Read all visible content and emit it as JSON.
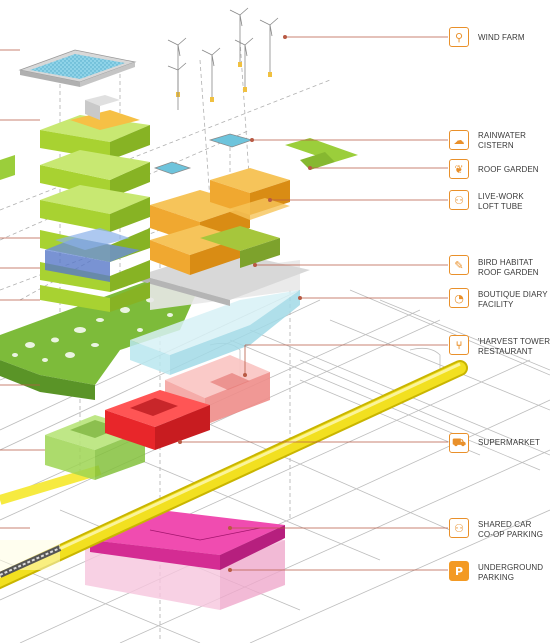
{
  "legend": [
    {
      "id": "wind-farm",
      "label": "WIND FARM",
      "icon": "wind-turbine-icon",
      "glyph": "⚲"
    },
    {
      "id": "rainwater-cistern",
      "label": "RAINWATER\nCISTERN",
      "icon": "water-tank-icon",
      "glyph": "☁"
    },
    {
      "id": "roof-garden",
      "label": "ROOF GARDEN",
      "icon": "garden-icon",
      "glyph": "❦"
    },
    {
      "id": "live-work",
      "label": "LIVE-WORK\nLOFT TUBE",
      "icon": "people-icon",
      "glyph": "⚇"
    },
    {
      "id": "bird-habitat",
      "label": "BIRD HABITAT\nROOF GARDEN",
      "icon": "bird-icon",
      "glyph": "✎"
    },
    {
      "id": "boutique-diary",
      "label": "BOUTIQUE DIARY\nFACILITY",
      "icon": "cheese-icon",
      "glyph": "◔"
    },
    {
      "id": "harvest-tower",
      "label": "'HARVEST TOWER'\nRESTAURANT",
      "icon": "cutlery-icon",
      "glyph": "⑂"
    },
    {
      "id": "supermarket",
      "label": "SUPERMARKET",
      "icon": "shopping-cart-icon",
      "glyph": "⛟"
    },
    {
      "id": "shared-car",
      "label": "SHARED CAR\nCO-OP PARKING",
      "icon": "people-parking-icon",
      "glyph": "⚇"
    },
    {
      "id": "underground-parking",
      "label": "UNDERGROUND\nPARKING",
      "icon": "parking-icon",
      "glyph": "P"
    }
  ],
  "colors": {
    "accent": "#e9902a",
    "leader_line": "#b85a44",
    "tower_green": "#a8d231",
    "tower_orange": "#f0a830",
    "supermarket_red": "#e8262a",
    "restaurant_pink": "#f4a3a0",
    "parking_magenta": "#e0309a",
    "transit_yellow": "#f2e020",
    "water_blue": "#6ec4dc",
    "dairy_cyan": "#b9e6ef",
    "tower_blue": "#6b8fd8"
  }
}
